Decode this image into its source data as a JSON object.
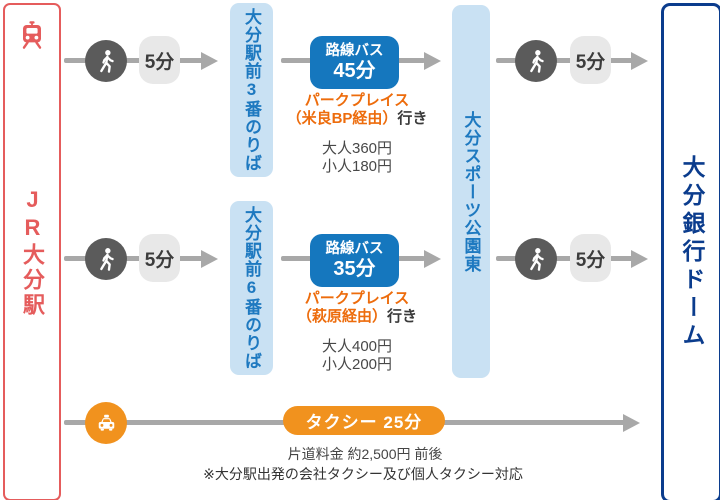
{
  "origin": {
    "label": "JR大分駅",
    "icon": "train-icon"
  },
  "destination": {
    "label": "大分銀行ドーム"
  },
  "transfer_stop": {
    "label": "大分スポーツ公園東"
  },
  "routes": [
    {
      "walk_before": {
        "icon": "walk-icon",
        "duration": "5分"
      },
      "boarding_stop": "大分駅前3番のりば",
      "bus": {
        "mode": "路線バス",
        "duration": "45分"
      },
      "destination_sign": {
        "line1": "パークプレイス",
        "via": "（米良BP経由）",
        "suffix": "行き"
      },
      "fares": {
        "adult": "大人360円",
        "child": "小人180円"
      },
      "walk_after": {
        "icon": "walk-icon",
        "duration": "5分"
      }
    },
    {
      "walk_before": {
        "icon": "walk-icon",
        "duration": "5分"
      },
      "boarding_stop": "大分駅前6番のりば",
      "bus": {
        "mode": "路線バス",
        "duration": "35分"
      },
      "destination_sign": {
        "line1": "パークプレイス",
        "via": "（萩原経由）",
        "suffix": "行き"
      },
      "fares": {
        "adult": "大人400円",
        "child": "小人200円"
      },
      "walk_after": {
        "icon": "walk-icon",
        "duration": "5分"
      }
    }
  ],
  "taxi": {
    "icon": "taxi-icon",
    "label": "タクシー 25分",
    "fare": "片道料金 約2,500円 前後",
    "note": "※大分駅出発の会社タクシー及び個人タクシー対応"
  },
  "colors": {
    "origin_red": "#e55c5c",
    "destination_navy": "#0b3c8d",
    "bus_blue": "#1577be",
    "stop_bg_blue": "#c9e1f3",
    "stop_text_blue": "#1e79c0",
    "taxi_orange": "#f1921e",
    "direction_orange": "#ed6c0c",
    "arrow_gray": "#a8a8a8",
    "walk_circle_gray": "#5b5b5b",
    "badge_gray": "#e8e8e8"
  }
}
